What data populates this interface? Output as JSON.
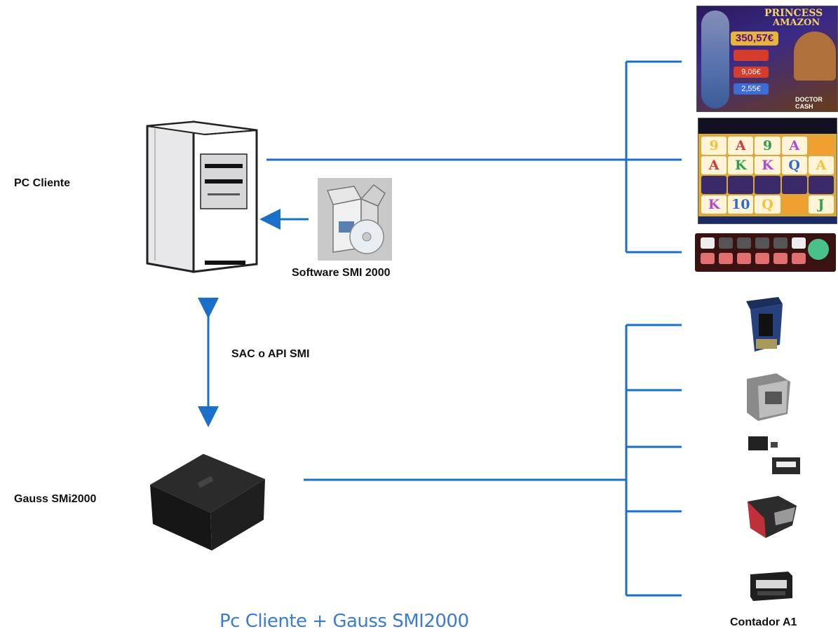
{
  "title": "Pc Cliente + Gauss SMI2000",
  "labels": {
    "pc_cliente": "PC Cliente",
    "software": "Software SMI 2000",
    "sac_api": "SAC o API SMI",
    "gauss": "Gauss SMi2000",
    "contador": "Contador A1"
  },
  "game_screen": {
    "title_line1": "PRINCESS",
    "title_line2": "AMAZON",
    "jackpots": [
      "350,57€",
      "",
      "9,06€",
      "2,55€"
    ],
    "promo": "DOCTOR CASH"
  },
  "reel_symbols": [
    [
      "9",
      "A",
      "9",
      "A",
      ""
    ],
    [
      "A",
      "K",
      "K",
      "Q",
      "A"
    ],
    [
      "",
      "",
      "",
      "",
      ""
    ],
    [
      "K",
      "10",
      "Q",
      "",
      "J"
    ]
  ],
  "colors": {
    "wire": "#1a6fc9",
    "caption": "#3a7bd5"
  }
}
